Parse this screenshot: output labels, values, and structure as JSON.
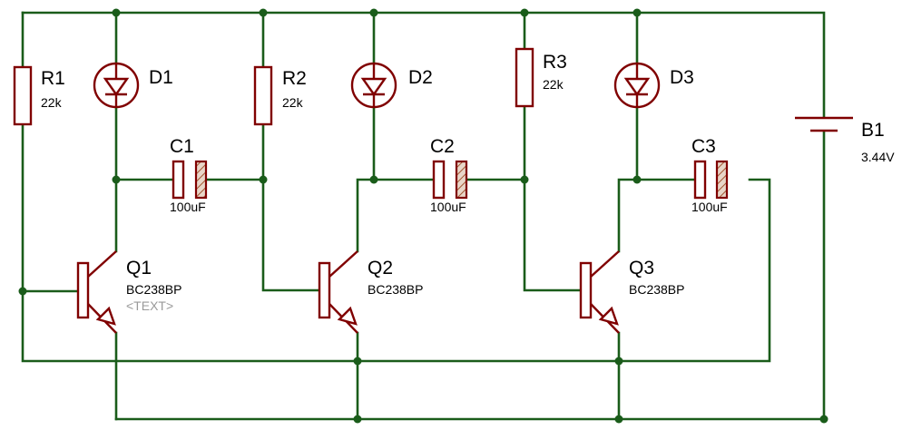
{
  "colors": {
    "wire": "#1a5c1a",
    "component": "#800000",
    "hatch": "#c8a890",
    "text": "#000000",
    "placeholder_text": "#9a9a9a"
  },
  "components": {
    "R1": {
      "ref": "R1",
      "value": "22k"
    },
    "R2": {
      "ref": "R2",
      "value": "22k"
    },
    "R3": {
      "ref": "R3",
      "value": "22k"
    },
    "D1": {
      "ref": "D1"
    },
    "D2": {
      "ref": "D2"
    },
    "D3": {
      "ref": "D3"
    },
    "C1": {
      "ref": "C1",
      "value": "100uF"
    },
    "C2": {
      "ref": "C2",
      "value": "100uF"
    },
    "C3": {
      "ref": "C3",
      "value": "100uF"
    },
    "Q1": {
      "ref": "Q1",
      "value": "BC238BP",
      "extra": "<TEXT>"
    },
    "Q2": {
      "ref": "Q2",
      "value": "BC238BP"
    },
    "Q3": {
      "ref": "Q3",
      "value": "BC238BP"
    },
    "B1": {
      "ref": "B1",
      "value": "3.44V"
    }
  }
}
